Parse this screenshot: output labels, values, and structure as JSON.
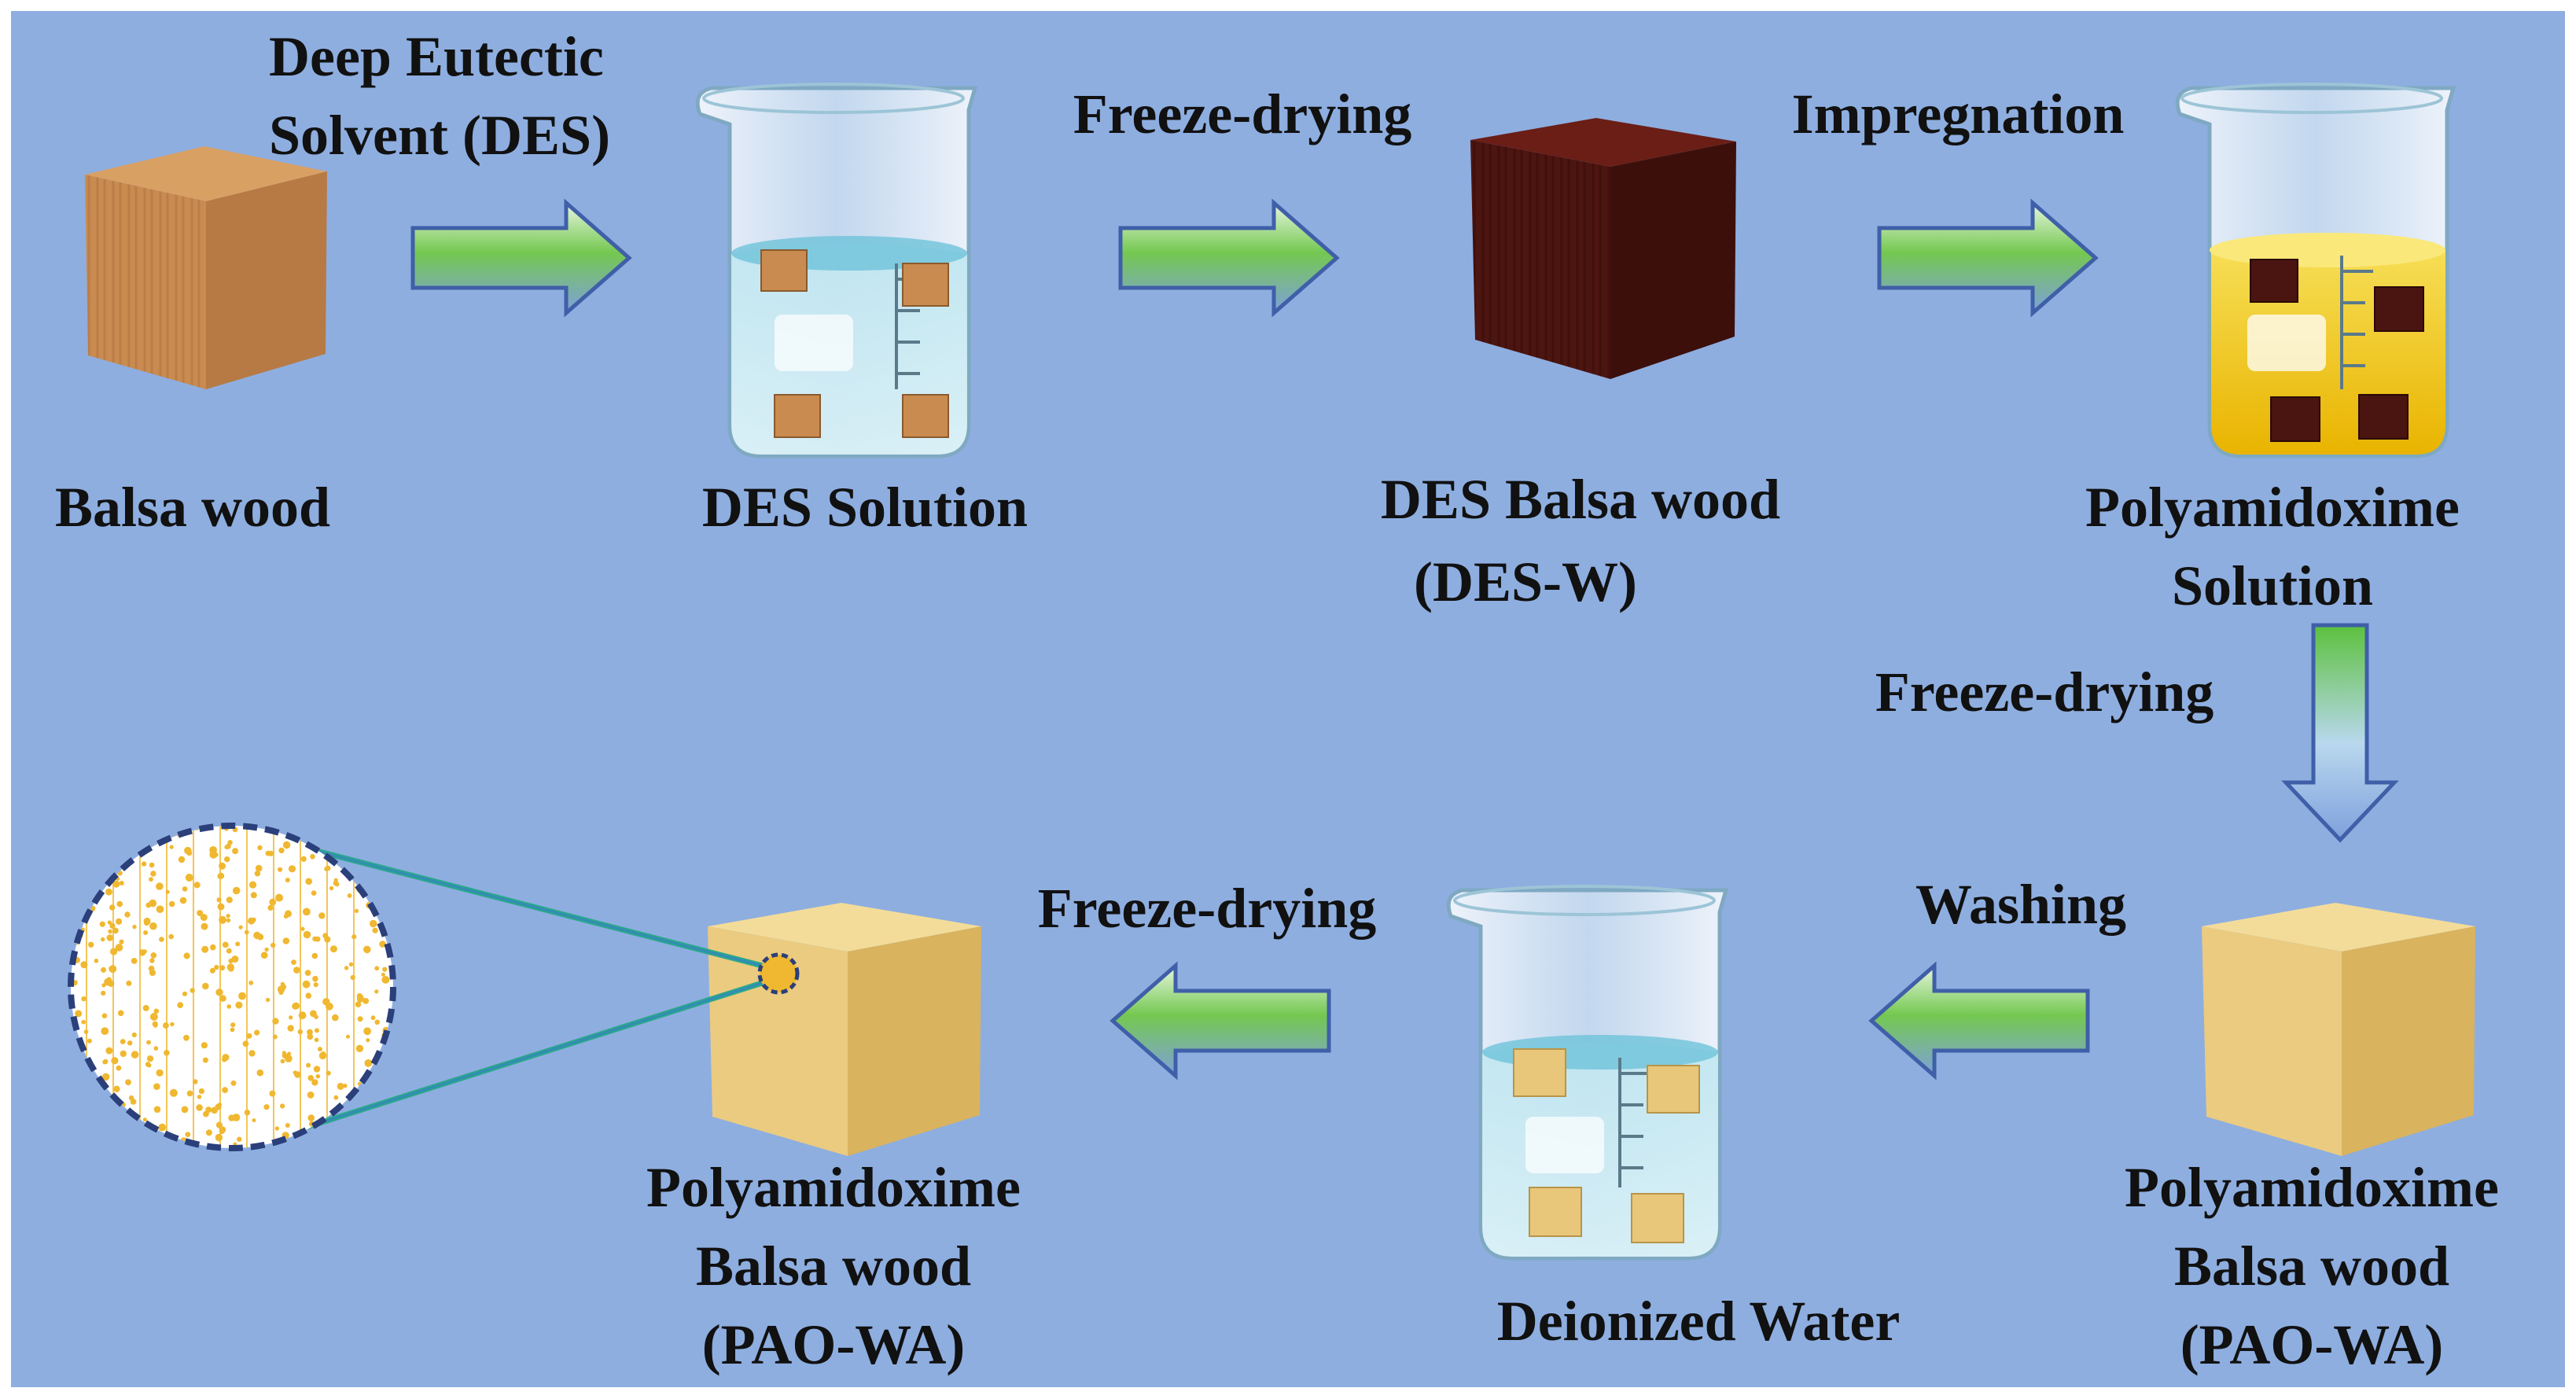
{
  "background_color": "#8eaee0",
  "step_labels": {
    "des_reagent_line1": "Deep Eutectic",
    "des_reagent_line2": "Solvent  (DES)",
    "freeze_drying_1": "Freeze-drying",
    "impregnation": "Impregnation",
    "freeze_drying_2": "Freeze-drying",
    "washing": "Washing",
    "freeze_drying_3": "Freeze-drying"
  },
  "stage_labels": {
    "balsa_wood": "Balsa wood",
    "des_solution": "DES Solution",
    "des_balsa_line1": "DES Balsa wood",
    "des_balsa_line2": "(DES-W)",
    "pao_solution_line1": "Polyamidoxime",
    "pao_solution_line2": "Solution",
    "pao_wood_right_line1": "Polyamidoxime",
    "pao_wood_right_line2": "Balsa wood",
    "pao_wood_right_line3": "(PAO-WA)",
    "deionized_water": "Deionized Water",
    "pao_wood_left_line1": "Polyamidoxime",
    "pao_wood_left_line2": "Balsa wood",
    "pao_wood_left_line3": "(PAO-WA)"
  },
  "colors": {
    "arrow_green": "#6cc24a",
    "arrow_blue": "#7e9fd8",
    "arrow_outline": "#3f5fa8",
    "balsa_wood": "#c8894e",
    "des_wood": "#4a1410",
    "pao_wood": "#e8c77a",
    "water": "#8fd0e0",
    "pao_solution": "#f2c200",
    "zoom_dots": "#f0b830",
    "zoom_outline": "#2b3f7a"
  }
}
